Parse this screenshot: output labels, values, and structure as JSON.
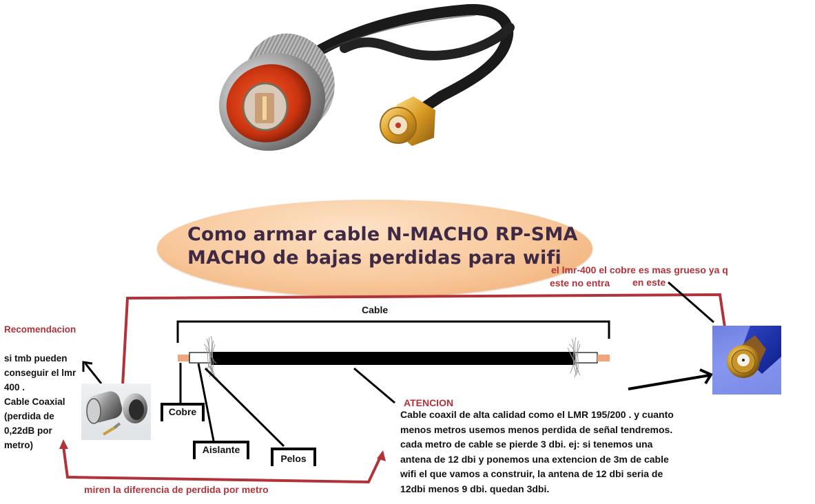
{
  "title": {
    "line1": "Como  armar cable N-MACHO RP-SMA",
    "line2": "MACHO  de bajas perdidas para wifi"
  },
  "images": {
    "top_photo": "n-male-to-rp-sma-cable-photo",
    "left_photo": "lmr-400-connector-parts-photo",
    "right_photo": "rp-sma-connector-blue-cable-photo"
  },
  "recommendation": {
    "heading": "Recomendacion",
    "lines": [
      "si tmb pueden",
      "conseguir el lmr",
      "400 .",
      "Cable Coaxial",
      "(perdida de",
      "0,22dB por",
      "metro)"
    ]
  },
  "lmr_note": {
    "line1": "el lmr-400 el cobre es mas grueso ya q",
    "line2a": "este no entra",
    "line2b": "en este"
  },
  "diagram": {
    "cable_label": "Cable",
    "parts": {
      "copper": "Cobre",
      "insulator": "Aislante",
      "shield": "Pelos"
    },
    "colors": {
      "copper": "#f0a67c",
      "jacket": "#000000",
      "insulator": "#ffffff",
      "annotation_red": "#b2323a"
    }
  },
  "attention": {
    "heading": "ATENCION",
    "lines": [
      "Cable coaxil de alta calidad como el LMR 195/200 . y cuanto",
      "menos metros usemos menos perdida de señal tendremos.",
      "cada metro de cable se pierde 3 dbi. ej: si tenemos una",
      "antena de 12 dbi y ponemos una extencion de 3m de cable",
      "wifi el que vamos a construir,  la antena de 12 dbi seria de",
      "12dbi menos 9 dbi. quedan 3dbi."
    ]
  },
  "bottom_note": "miren la diferencia de perdida por metro"
}
